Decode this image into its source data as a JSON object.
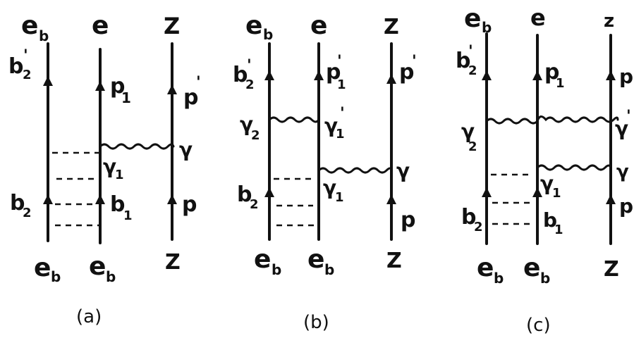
{
  "panels": [
    {
      "caption": "(a)",
      "top_labels": [
        "e",
        "b",
        "e",
        "Z"
      ],
      "bottom_labels": [
        "e",
        "b",
        "e",
        "b",
        "Z"
      ],
      "momentum_labels": [
        "b",
        "2",
        "'",
        "p",
        "1",
        "p",
        "'",
        "b",
        "2",
        "b",
        "1",
        "p",
        "γ",
        "1",
        "γ"
      ]
    },
    {
      "caption": "(b)",
      "top_labels": [
        "e",
        "b",
        "e",
        "Z"
      ],
      "bottom_labels": [
        "e",
        "b",
        "e",
        "b",
        "Z"
      ],
      "momentum_labels": [
        "b",
        "2",
        "'",
        "p",
        "1",
        "'",
        "p",
        "'",
        "γ",
        "2",
        "γ",
        "1",
        "'",
        "γ",
        "1",
        "γ",
        "b",
        "2",
        "p"
      ]
    },
    {
      "caption": "(c)",
      "top_labels": [
        "e",
        "b",
        "e",
        "z"
      ],
      "bottom_labels": [
        "e",
        "b",
        "e",
        "b",
        "Z"
      ],
      "momentum_labels": [
        "b",
        "2",
        "'",
        "p",
        "1",
        "p",
        "γ",
        "2",
        "γ",
        "'",
        "γ",
        "γ",
        "1",
        "b",
        "2",
        "b",
        "1",
        "p"
      ]
    }
  ]
}
